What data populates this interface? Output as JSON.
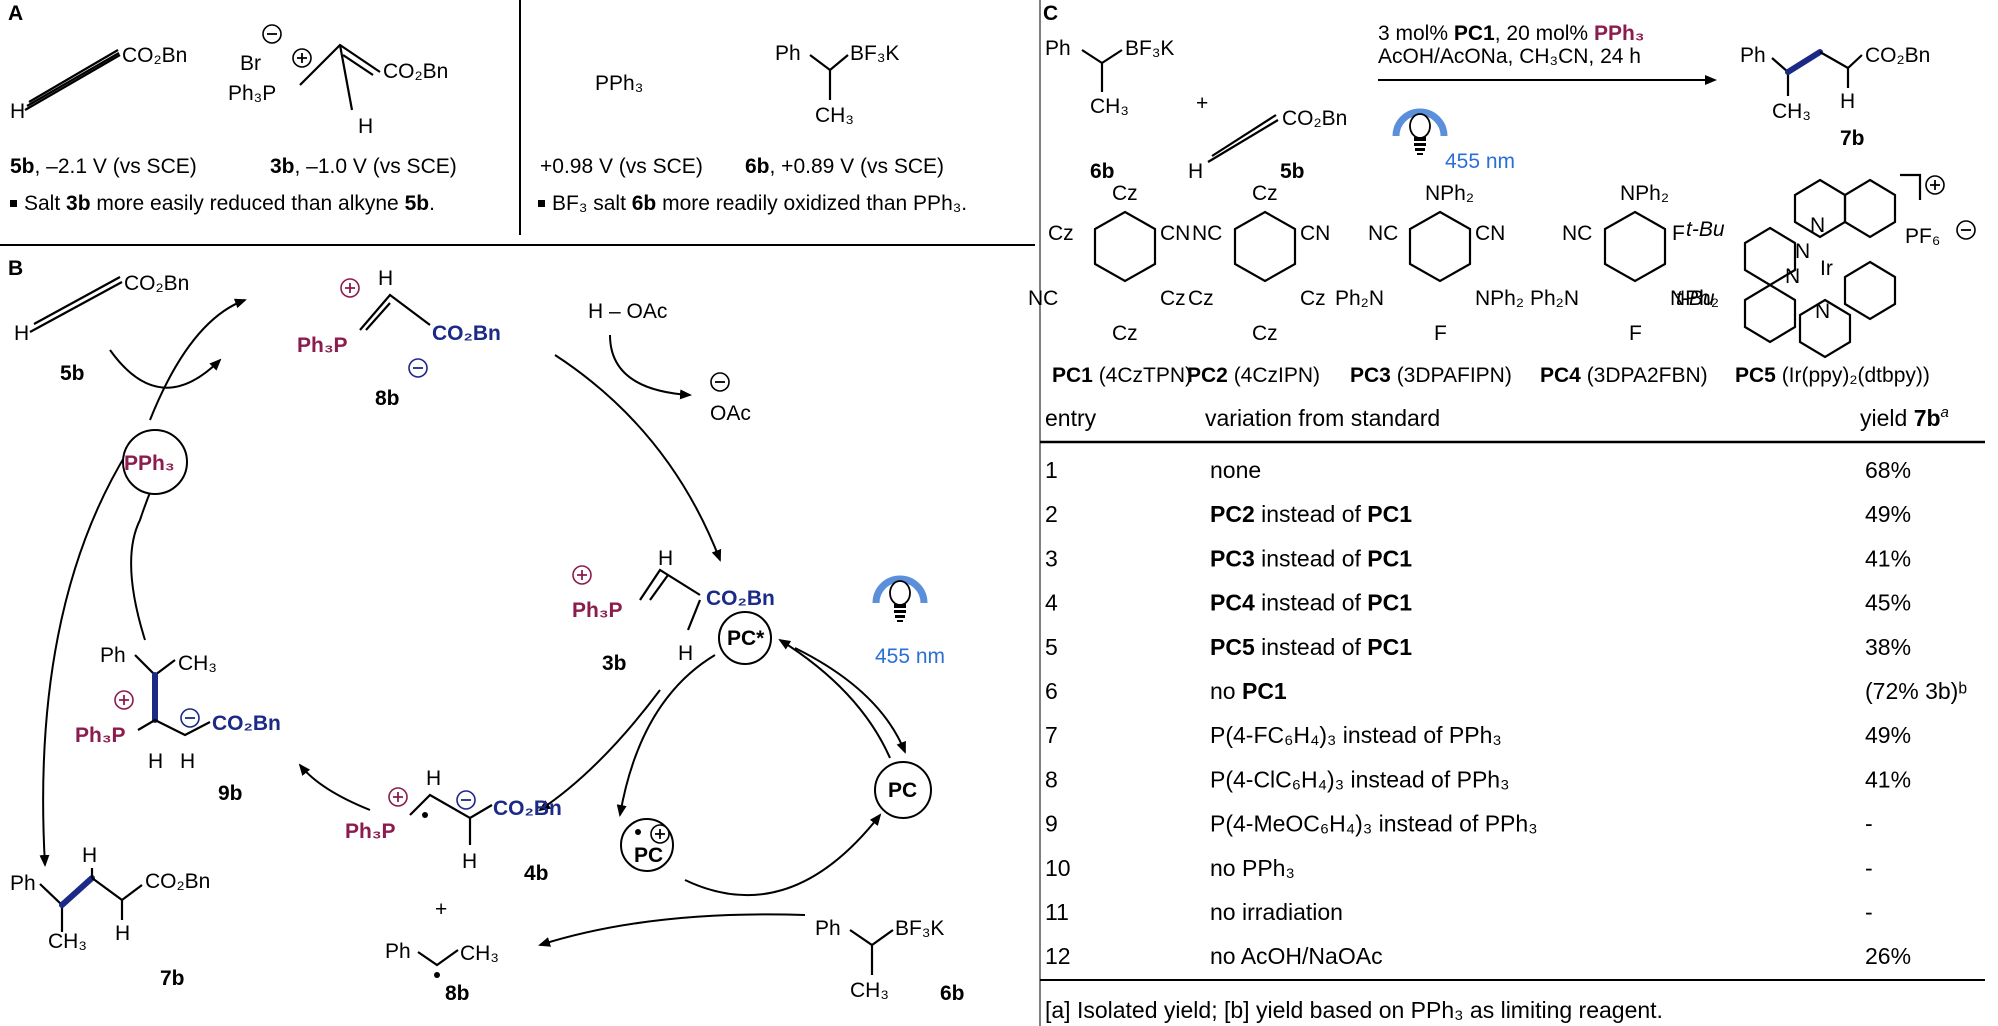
{
  "panels": {
    "A": "A",
    "B": "B",
    "C": "C"
  },
  "panelA": {
    "alkyne_sub": "CO₂Bn",
    "alkyne_h": "H",
    "salt_br": "Br",
    "salt_ph3p": "Ph₃P",
    "salt_sub": "CO₂Bn",
    "salt_h": "H",
    "cap_5b": "5b",
    "cap_5b_rest": ", –2.1 V (vs SCE)",
    "cap_3b": "3b",
    "cap_3b_rest": ", –1.0 V (vs SCE)",
    "note_left_1": "Salt ",
    "note_left_2": "3b",
    "note_left_3": " more easily reduced than alkyne ",
    "note_left_4": "5b",
    "note_left_5": ".",
    "pph3": "PPh₃",
    "bf3_ph": "Ph",
    "bf3_grp": "BF₃K",
    "bf3_ch3": "CH₃",
    "cap_pph3": "+0.98 V (vs SCE)",
    "cap_6b": "6b",
    "cap_6b_rest": ", +0.89 V (vs SCE)",
    "note_right_1": "BF₃ salt ",
    "note_right_2": "6b",
    "note_right_3": " more readily oxidized than PPh₃."
  },
  "panelB": {
    "alkyne_sub": "CO₂Bn",
    "h": "H",
    "lbl_5b": "5b",
    "int8b_ph3p": "Ph₃P",
    "int8b_sub": "CO₂Bn",
    "lbl_8b": "8b",
    "hoac": "H – OAc",
    "oac": "OAc",
    "int3b_ph3p": "Ph₃P",
    "int3b_sub": "CO₂Bn",
    "lbl_3b": "3b",
    "pc_star": "PC*",
    "pc": "PC",
    "pc_rad": "PC",
    "nm": "455 nm",
    "int4b_ph3p": "Ph₃P",
    "int4b_sub": "CO₂Bn",
    "lbl_4b": "4b",
    "int9b_ph": "Ph",
    "int9b_ch3": "CH₃",
    "int9b_ph3p": "Ph₃P",
    "int9b_sub": "CO₂Bn",
    "lbl_9b": "9b",
    "pph3": "PPh₃",
    "prod_ph": "Ph",
    "prod_sub": "CO₂Bn",
    "prod_ch3": "CH₃",
    "lbl_7b": "7b",
    "plus": "+",
    "rad_ph": "Ph",
    "rad_ch3": "CH₃",
    "lbl_8b2": "8b",
    "bf3_ph": "Ph",
    "bf3_grp": "BF₃K",
    "bf3_ch3": "CH₃",
    "lbl_6b": "6b"
  },
  "panelC": {
    "cond1_a": "3 mol% ",
    "cond1_b": "PC1",
    "cond1_c": ", 20 mol% ",
    "cond1_d": "PPh₃",
    "cond2": "AcOH/AcONa, CH₃CN, 24 h",
    "nm": "455 nm",
    "plus": "+",
    "lbl_6b": "6b",
    "lbl_5b": "5b",
    "lbl_7b": "7b",
    "pc1_name": "PC1",
    "pc1_full": " (4CzTPN)",
    "pc2_name": "PC2",
    "pc2_full": " (4CzIPN)",
    "pc3_name": "PC3",
    "pc3_full": " (3DPAFIPN)",
    "pc4_name": "PC4",
    "pc4_full": " (3DPA2FBN)",
    "pc5_name": "PC5",
    "pc5_full": " (Ir(ppy)₂(dtbpy))",
    "pf6": "PF₆",
    "tbu": "t-Bu",
    "ir": "Ir",
    "n": "N",
    "cz": "Cz",
    "cn": "CN",
    "nc": "NC",
    "nph2": "NPh₂",
    "ph2n": "Ph₂N",
    "f": "F"
  },
  "table": {
    "headers": {
      "entry": "entry",
      "variation": "variation from standard",
      "yield": "yield ",
      "yield_b": "7b",
      "yield_sup": "a"
    },
    "rows": [
      {
        "entry": "1",
        "pre": "none",
        "bold1": "",
        "mid": "",
        "bold2": "",
        "post": "",
        "yield": "68%"
      },
      {
        "entry": "2",
        "pre": "",
        "bold1": "PC2",
        "mid": " instead of ",
        "bold2": "PC1",
        "post": "",
        "yield": "49%"
      },
      {
        "entry": "3",
        "pre": "",
        "bold1": "PC3",
        "mid": " instead of ",
        "bold2": "PC1",
        "post": "",
        "yield": "41%"
      },
      {
        "entry": "4",
        "pre": "",
        "bold1": "PC4",
        "mid": " instead of ",
        "bold2": "PC1",
        "post": "",
        "yield": "45%"
      },
      {
        "entry": "5",
        "pre": "",
        "bold1": "PC5",
        "mid": " instead of ",
        "bold2": "PC1",
        "post": "",
        "yield": "38%"
      },
      {
        "entry": "6",
        "pre": "no ",
        "bold1": "PC1",
        "mid": "",
        "bold2": "",
        "post": "",
        "yield": "(72% 3b)ᵇ"
      },
      {
        "entry": "7",
        "pre": "P(4-FC₆H₄)₃ instead of PPh₃",
        "bold1": "",
        "mid": "",
        "bold2": "",
        "post": "",
        "yield": "49%"
      },
      {
        "entry": "8",
        "pre": "P(4-ClC₆H₄)₃ instead of PPh₃",
        "bold1": "",
        "mid": "",
        "bold2": "",
        "post": "",
        "yield": "41%"
      },
      {
        "entry": "9",
        "pre": "P(4-MeOC₆H₄)₃ instead of PPh₃",
        "bold1": "",
        "mid": "",
        "bold2": "",
        "post": "",
        "yield": "-"
      },
      {
        "entry": "10",
        "pre": "no PPh₃",
        "bold1": "",
        "mid": "",
        "bold2": "",
        "post": "",
        "yield": "-"
      },
      {
        "entry": "11",
        "pre": "no irradiation",
        "bold1": "",
        "mid": "",
        "bold2": "",
        "post": "",
        "yield": "-"
      },
      {
        "entry": "12",
        "pre": "no AcOH/NaOAc",
        "bold1": "",
        "mid": "",
        "bold2": "",
        "post": "",
        "yield": "26%"
      }
    ],
    "footnote": "[a] Isolated yield; [b] yield based on PPh₃ as limiting reagent."
  }
}
